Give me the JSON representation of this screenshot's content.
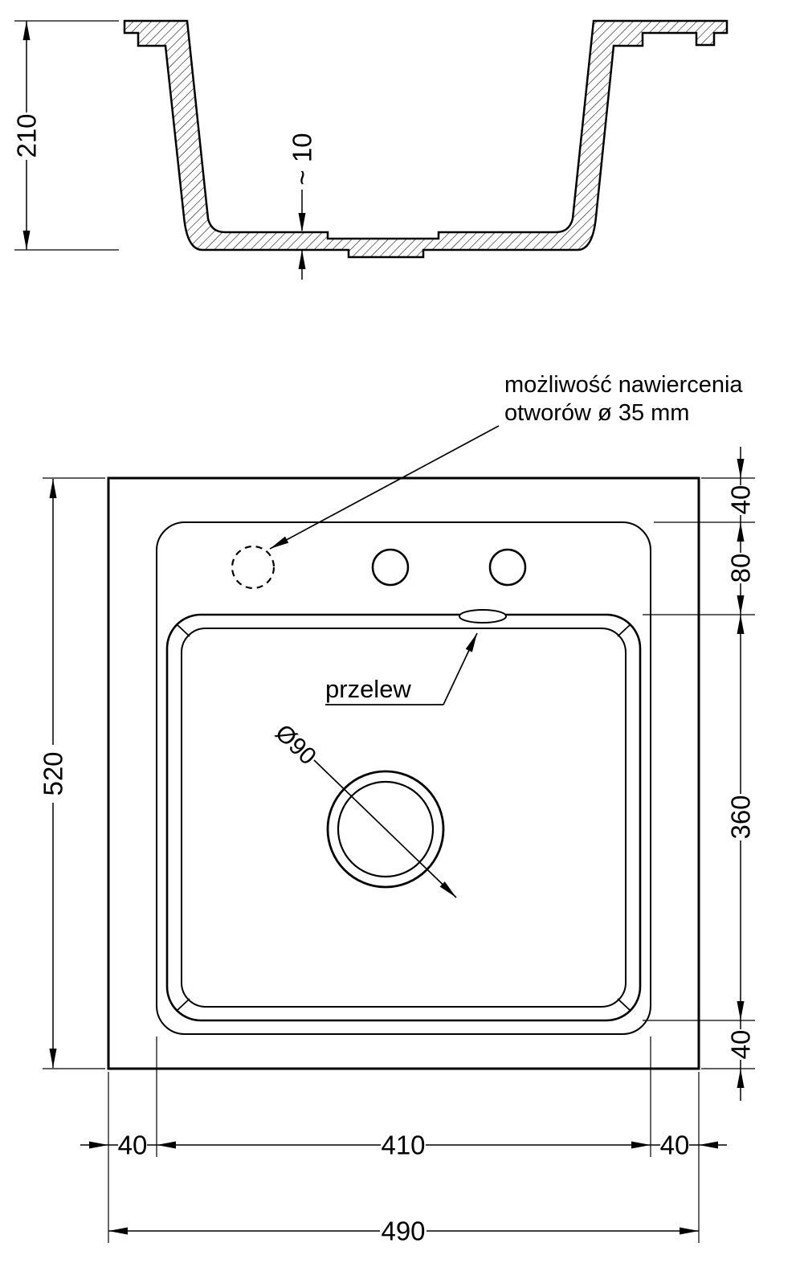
{
  "page": {
    "background": "#ffffff",
    "line_color": "#000000"
  },
  "section_view": {
    "height_dim": "210",
    "bottom_thickness_dim": "~ 10"
  },
  "plan_view": {
    "drill_note_line1": "możliwość nawiercenia",
    "drill_note_line2": "otworów ø 35 mm",
    "overflow_label": "przelew",
    "drain_diameter_label": "Ø90",
    "dims": {
      "overall_height": "520",
      "overall_width": "490",
      "top_edge_offset": "40",
      "holes_to_basin": "80",
      "basin_height": "360",
      "basin_to_bottom_edge": "40",
      "left_margin": "40",
      "basin_width": "410",
      "right_margin": "40"
    }
  }
}
